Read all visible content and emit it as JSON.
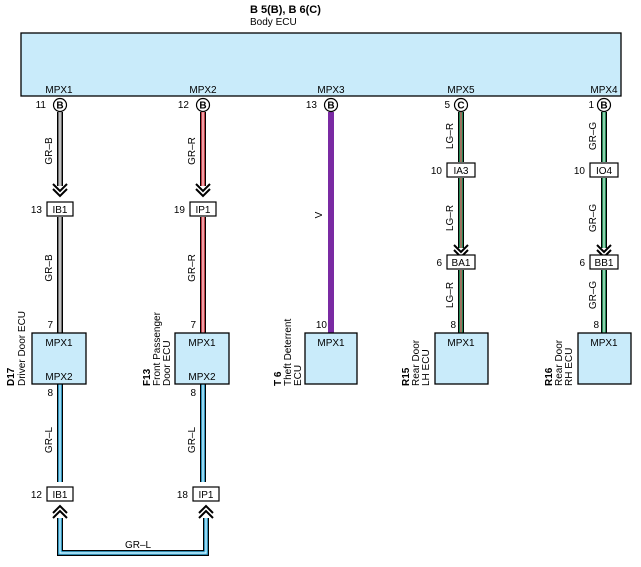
{
  "header": {
    "title": "B 5(B), B 6(C)",
    "subtitle": "Body ECU"
  },
  "body_ecu": {
    "ports": [
      {
        "label": "MPX1",
        "pin": "11",
        "connector": "B"
      },
      {
        "label": "MPX2",
        "pin": "12",
        "connector": "B"
      },
      {
        "label": "MPX3",
        "pin": "13",
        "connector": "B"
      },
      {
        "label": "MPX5",
        "pin": "5",
        "connector": "C"
      },
      {
        "label": "MPX4",
        "pin": "1",
        "connector": "B"
      }
    ]
  },
  "wires": {
    "c1_upper": "GR–B",
    "c1_mid": "GR–B",
    "c1_lower": "GR–L",
    "c2_upper": "GR–R",
    "c2_mid": "GR–R",
    "c2_lower": "GR–L",
    "c3": "V",
    "c4_a": "LG–R",
    "c4_b": "LG–R",
    "c4_c": "LG–R",
    "c5_a": "GR–G",
    "c5_b": "GR–G",
    "c5_c": "GR–G",
    "bottom": "GR–L"
  },
  "connectors": {
    "c1_top": {
      "pin": "13",
      "label": "IB1"
    },
    "c2_top": {
      "pin": "19",
      "label": "IP1"
    },
    "c4_a": {
      "pin": "10",
      "label": "IA3"
    },
    "c4_b": {
      "pin": "6",
      "label": "BA1"
    },
    "c5_a": {
      "pin": "10",
      "label": "IO4"
    },
    "c5_b": {
      "pin": "6",
      "label": "BB1"
    },
    "c1_bottom": {
      "pin": "12",
      "label": "IB1"
    },
    "c2_bottom": {
      "pin": "18",
      "label": "IP1"
    }
  },
  "ecus": {
    "d17": {
      "code": "D17",
      "name1": "Driver Door ECU",
      "name2": "",
      "in_pin": "7",
      "in_label": "MPX1",
      "out_label": "MPX2",
      "out_pin": "8"
    },
    "f13": {
      "code": "F13",
      "name1": "Front Passenger",
      "name2": "Door ECU",
      "in_pin": "7",
      "in_label": "MPX1",
      "out_label": "MPX2",
      "out_pin": "8"
    },
    "t6": {
      "code": "T 6",
      "name1": "Theft Deterrent",
      "name2": "ECU",
      "in_pin": "10",
      "in_label": "MPX1"
    },
    "r15": {
      "code": "R15",
      "name1": "Rear Door",
      "name2": "LH ECU",
      "in_pin": "8",
      "in_label": "MPX1"
    },
    "r16": {
      "code": "R16",
      "name1": "Rear Door",
      "name2": "RH ECU",
      "in_pin": "8",
      "in_label": "MPX1"
    }
  },
  "colors": {
    "ecu_fill": "#c9ebfa",
    "wire_gray": "#8c8c8c",
    "wire_red": "#e8505b",
    "wire_blue": "#41b8e8",
    "wire_violet": "#7a2aa3",
    "wire_green": "#2ea86a"
  }
}
